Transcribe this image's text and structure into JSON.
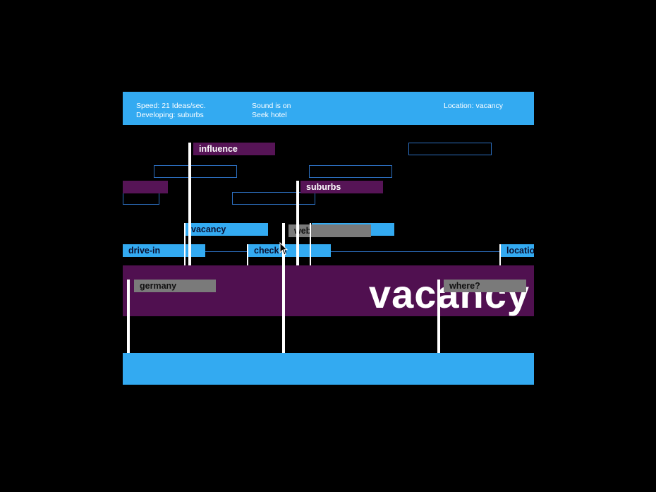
{
  "header": {
    "speed": "Speed: 21 Ideas/sec.",
    "developing": "Developing: suburbs",
    "sound": "Sound is on",
    "seek": "Seek hotel",
    "location": "Location: vacancy"
  },
  "tags": {
    "influence": "influence",
    "suburbs": "suburbs",
    "vacancy": "vacancy",
    "web": "web",
    "drive_in": "drive-in",
    "check_in": "checkin",
    "location": "location",
    "germany": "germany",
    "where": "where?"
  },
  "big_word": "vacancy",
  "colors": {
    "header_blue": "#33aaf1",
    "purple": "#501050",
    "gray": "#7a7a7a",
    "outline": "#2c6fc0"
  },
  "icons": [
    "mouse-pointer-icon"
  ]
}
